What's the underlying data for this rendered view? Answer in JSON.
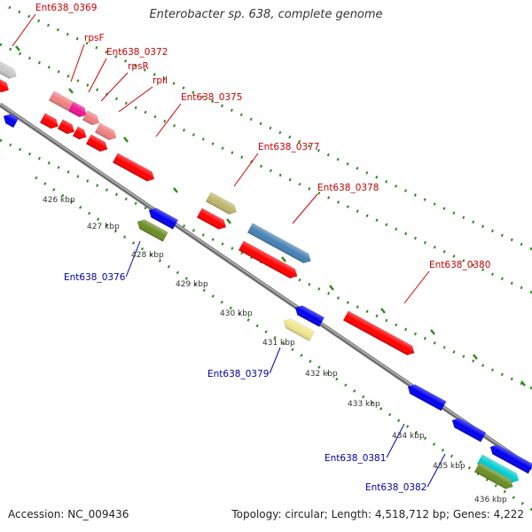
{
  "title": "Enterobacter sp. 638, complete genome",
  "footer": {
    "accession": "Accession: NC_009436",
    "summary": "Topology: circular; Length: 4,518,712 bp; Genes: 4,222"
  },
  "colors": {
    "backbone": "#8c8c8c",
    "tick": "#2f8a1f",
    "forward_label": "#cc0000",
    "reverse_label": "#0000aa",
    "scale_label": "#333333"
  },
  "scale_labels": [
    "426 kbp",
    "427 kbp",
    "428 kbp",
    "429 kbp",
    "430 kbp",
    "431 kbp",
    "432 kbp",
    "433 kbp",
    "434 kbp",
    "435 kbp",
    "436 kbp"
  ],
  "features": [
    {
      "label": "",
      "color": "#c8c8c8"
    },
    {
      "label": "",
      "color": "#ff0000"
    },
    {
      "label": "",
      "color": "#0000ee"
    },
    {
      "label": "",
      "color": "#f08080"
    },
    {
      "label": "",
      "color": "#ee1493"
    },
    {
      "label": "",
      "color": "#f08080"
    },
    {
      "label": "",
      "color": "#f08080"
    },
    {
      "label": "",
      "color": "#ff0000"
    },
    {
      "label": "",
      "color": "#ff0000"
    },
    {
      "label": "",
      "color": "#ff0000"
    },
    {
      "label": "",
      "color": "#ff0000"
    },
    {
      "label": "",
      "color": "#ff0000"
    },
    {
      "label": "",
      "color": "#0000ee"
    },
    {
      "label": "",
      "color": "#6b8e23"
    },
    {
      "label": "",
      "color": "#bdb76b"
    },
    {
      "label": "",
      "color": "#ff0000"
    },
    {
      "label": "",
      "color": "#4682b4"
    },
    {
      "label": "",
      "color": "#ff0000"
    },
    {
      "label": "",
      "color": "#0000ee"
    },
    {
      "label": "",
      "color": "#f0e68c"
    },
    {
      "label": "",
      "color": "#ff0000"
    },
    {
      "label": "",
      "color": "#0000ee"
    },
    {
      "label": "",
      "color": "#0000ee"
    },
    {
      "label": "",
      "color": "#0000ee"
    },
    {
      "label": "",
      "color": "#00ced1"
    },
    {
      "label": "",
      "color": "#6b8e23"
    }
  ],
  "gene_labels": [
    {
      "text": "Ent638_0369",
      "strand": "forward"
    },
    {
      "text": "rpsF",
      "strand": "forward"
    },
    {
      "text": "Ent638_0372",
      "strand": "forward"
    },
    {
      "text": "rpsR",
      "strand": "forward"
    },
    {
      "text": "rplI",
      "strand": "forward"
    },
    {
      "text": "Ent638_0375",
      "strand": "forward"
    },
    {
      "text": "Ent638_0377",
      "strand": "forward"
    },
    {
      "text": "Ent638_0378",
      "strand": "forward"
    },
    {
      "text": "Ent638_0380",
      "strand": "forward"
    },
    {
      "text": "Ent638_0376",
      "strand": "reverse"
    },
    {
      "text": "Ent638_0379",
      "strand": "reverse"
    },
    {
      "text": "Ent638_0381",
      "strand": "reverse"
    },
    {
      "text": "Ent638_0382",
      "strand": "reverse"
    }
  ]
}
